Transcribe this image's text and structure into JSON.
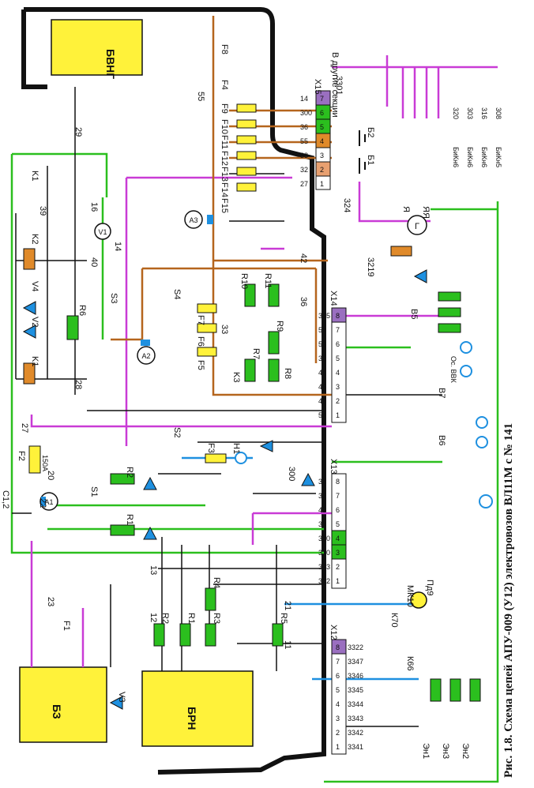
{
  "caption": "Рис. 1.8. Схема цепей АПУ-009 (У12) электровозов ВЛ11М с № 141",
  "blocks": {
    "bvng": "БВНГ",
    "bz": "БЗ",
    "brn": "БРН"
  },
  "terminal_strips": {
    "x12": "X12",
    "x13": "X13",
    "x14": "X14",
    "x15": "X15"
  },
  "meters": {
    "a1": "A1",
    "a2": "A2",
    "a3": "A3",
    "v1": "V1",
    "generator": "Г"
  },
  "fuse_main": {
    "name": "F2",
    "rating": "150А"
  },
  "capacitor": "C1,2",
  "other_sections": "В другие секции",
  "labels": {
    "k1": "K1",
    "k2": "K2",
    "v4": "V4",
    "v2": "V2",
    "r6": "R6",
    "s1": "S1",
    "s2": "S2",
    "s3": "S3",
    "s4": "S4",
    "r1": "R1",
    "r2": "R2",
    "r3": "R3",
    "r4": "R4",
    "r5": "R5",
    "v3": "V3",
    "f1": "F1",
    "f3": "F3",
    "h1": "H1",
    "f5": "F5",
    "f6": "F6",
    "f7": "F7",
    "r7": "R7",
    "r8": "R8",
    "r9": "R9",
    "r10": "R10",
    "r11": "R11",
    "k3": "K3",
    "b1": "Б1",
    "b2": "Б2",
    "ya": "Я",
    "yaya": "ЯЯ",
    "b5": "В5",
    "b6": "В6",
    "b7": "В7",
    "en1": "Эн1",
    "en2": "Эн2",
    "en3": "Эн3",
    "pd": "Пд9",
    "mk10": "МК10",
    "k70": "К70",
    "k66": "К66",
    "ozh": "Ос. ВВК"
  },
  "fuses_top": [
    "F8",
    "F4",
    "F9",
    "F10",
    "F11",
    "F12",
    "F13",
    "F14",
    "F15"
  ],
  "wires": {
    "w29": "29",
    "w16": "16",
    "w40": "40",
    "w39": "39",
    "w28": "28",
    "w14": "14",
    "w55": "55",
    "w27": "27",
    "w22": "22",
    "w20": "20",
    "w300": "300",
    "w23": "23",
    "w13": "13",
    "w12": "12",
    "w11": "11",
    "w21": "21",
    "w42": "42",
    "w36": "36",
    "w33": "33",
    "w324": "324",
    "w3301": "3301",
    "w3219": "3219"
  },
  "x12_pins": [
    "1",
    "2",
    "3",
    "4",
    "5",
    "6",
    "7",
    "8"
  ],
  "x13_pins": [
    "1",
    "2",
    "3",
    "4",
    "5",
    "6",
    "7",
    "8"
  ],
  "x14_pins": [
    "1",
    "2",
    "3",
    "4",
    "5",
    "6",
    "7",
    "8"
  ],
  "x15_pins": [
    "1",
    "2",
    "3",
    "4",
    "5",
    "6",
    "7"
  ],
  "x12_wires": [
    "3341",
    "3342",
    "3343",
    "3344",
    "3345",
    "3346",
    "3347",
    "3322"
  ],
  "x13_wires": [
    "312",
    "313",
    "310",
    "330",
    "31",
    "43",
    "37",
    "38"
  ],
  "x14_wires": [
    "54",
    "46",
    "45",
    "44",
    "32",
    "53",
    "51",
    "335"
  ],
  "x15_wires": [
    "27",
    "32",
    "33",
    "55",
    "36",
    "300",
    "14"
  ],
  "right_wires_top": [
    "320",
    "303",
    "316",
    "308"
  ],
  "right_groups": [
    "БиКн6",
    "БиКн6",
    "БиКн6",
    "БиКн5"
  ],
  "colors": {
    "green": "#2bbf1e",
    "magenta": "#c93bd6",
    "orange": "#b5651d",
    "blue": "#1e90e0",
    "yellow": "#fff23a",
    "black": "#111111"
  }
}
